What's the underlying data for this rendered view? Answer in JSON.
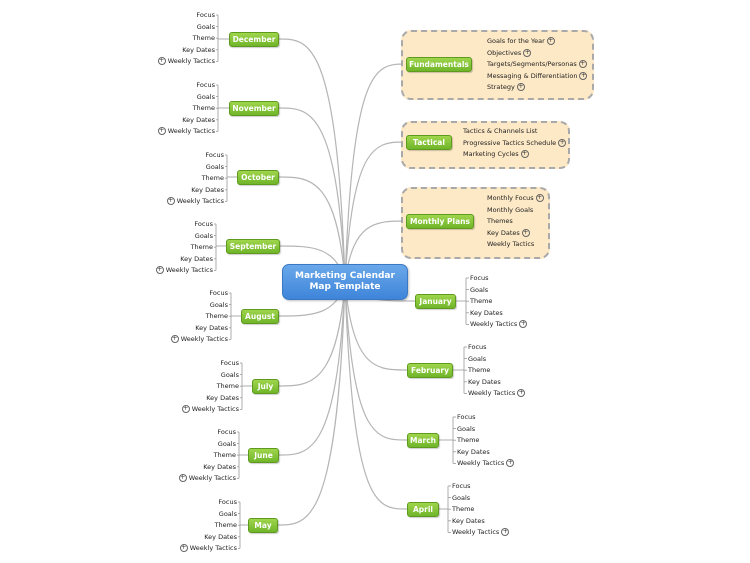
{
  "central_topic": [
    "Marketing Calendar",
    "Map Template"
  ],
  "right_branches": [
    {
      "label": "Fundamentals",
      "items": [
        {
          "text": "Goals for the Year",
          "expand": true
        },
        {
          "text": "Objectives",
          "expand": true
        },
        {
          "text": "Targets/Segments/Personas",
          "expand": true
        },
        {
          "text": "Messaging & Differentiation",
          "expand": true
        },
        {
          "text": "Strategy",
          "expand": true
        }
      ]
    },
    {
      "label": "Tactical",
      "items": [
        {
          "text": "Tactics & Channels List",
          "expand": false
        },
        {
          "text": "Progressive Tactics Schedule",
          "expand": true
        },
        {
          "text": "Marketing Cycles",
          "expand": true
        }
      ]
    },
    {
      "label": "Monthly Plans",
      "items": [
        {
          "text": "Monthly Focus",
          "expand": true
        },
        {
          "text": "Monthly Goals",
          "expand": false
        },
        {
          "text": "Themes",
          "expand": false
        },
        {
          "text": "Key Dates",
          "expand": true
        },
        {
          "text": "Weekly Tactics",
          "expand": false
        }
      ]
    },
    {
      "label": "January",
      "items": [
        {
          "text": "Focus",
          "expand": false
        },
        {
          "text": "Goals",
          "expand": false
        },
        {
          "text": "Theme",
          "expand": false
        },
        {
          "text": "Key Dates",
          "expand": false
        },
        {
          "text": "Weekly Tactics",
          "expand": true
        }
      ]
    },
    {
      "label": "February",
      "items": [
        {
          "text": "Focus",
          "expand": false
        },
        {
          "text": "Goals",
          "expand": false
        },
        {
          "text": "Theme",
          "expand": false
        },
        {
          "text": "Key Dates",
          "expand": false
        },
        {
          "text": "Weekly Tactics",
          "expand": true
        }
      ]
    },
    {
      "label": "March",
      "items": [
        {
          "text": "Focus",
          "expand": false
        },
        {
          "text": "Goals",
          "expand": false
        },
        {
          "text": "Theme",
          "expand": false
        },
        {
          "text": "Key Dates",
          "expand": false
        },
        {
          "text": "Weekly Tactics",
          "expand": true
        }
      ]
    },
    {
      "label": "April",
      "items": [
        {
          "text": "Focus",
          "expand": false
        },
        {
          "text": "Goals",
          "expand": false
        },
        {
          "text": "Theme",
          "expand": false
        },
        {
          "text": "Key Dates",
          "expand": false
        },
        {
          "text": "Weekly Tactics",
          "expand": true
        }
      ]
    }
  ],
  "left_branches": [
    {
      "label": "December",
      "items": [
        {
          "text": "Focus",
          "expand": false
        },
        {
          "text": "Goals",
          "expand": false
        },
        {
          "text": "Theme",
          "expand": false
        },
        {
          "text": "Key Dates",
          "expand": false
        },
        {
          "text": "Weekly Tactics",
          "expand": true
        }
      ]
    },
    {
      "label": "November",
      "items": [
        {
          "text": "Focus",
          "expand": false
        },
        {
          "text": "Goals",
          "expand": false
        },
        {
          "text": "Theme",
          "expand": false
        },
        {
          "text": "Key Dates",
          "expand": false
        },
        {
          "text": "Weekly Tactics",
          "expand": true
        }
      ]
    },
    {
      "label": "October",
      "items": [
        {
          "text": "Focus",
          "expand": false
        },
        {
          "text": "Goals",
          "expand": false
        },
        {
          "text": "Theme",
          "expand": false
        },
        {
          "text": "Key Dates",
          "expand": false
        },
        {
          "text": "Weekly Tactics",
          "expand": true
        }
      ]
    },
    {
      "label": "September",
      "items": [
        {
          "text": "Focus",
          "expand": false
        },
        {
          "text": "Goals",
          "expand": false
        },
        {
          "text": "Theme",
          "expand": false
        },
        {
          "text": "Key Dates",
          "expand": false
        },
        {
          "text": "Weekly Tactics",
          "expand": true
        }
      ]
    },
    {
      "label": "August",
      "items": [
        {
          "text": "Focus",
          "expand": false
        },
        {
          "text": "Goals",
          "expand": false
        },
        {
          "text": "Theme",
          "expand": false
        },
        {
          "text": "Key Dates",
          "expand": false
        },
        {
          "text": "Weekly Tactics",
          "expand": true
        }
      ]
    },
    {
      "label": "July",
      "items": [
        {
          "text": "Focus",
          "expand": false
        },
        {
          "text": "Goals",
          "expand": false
        },
        {
          "text": "Theme",
          "expand": false
        },
        {
          "text": "Key Dates",
          "expand": false
        },
        {
          "text": "Weekly Tactics",
          "expand": true
        }
      ]
    },
    {
      "label": "June",
      "items": [
        {
          "text": "Focus",
          "expand": false
        },
        {
          "text": "Goals",
          "expand": false
        },
        {
          "text": "Theme",
          "expand": false
        },
        {
          "text": "Key Dates",
          "expand": false
        },
        {
          "text": "Weekly Tactics",
          "expand": true
        }
      ]
    },
    {
      "label": "May",
      "items": [
        {
          "text": "Focus",
          "expand": false
        },
        {
          "text": "Goals",
          "expand": false
        },
        {
          "text": "Theme",
          "expand": false
        },
        {
          "text": "Key Dates",
          "expand": false
        },
        {
          "text": "Weekly Tactics",
          "expand": true
        }
      ]
    }
  ],
  "colors": {
    "branch_fill": "#84c33a",
    "central_fill": "#4a8fdf",
    "group_fill": "#fde9c6",
    "connector": "#b5b5b5"
  }
}
